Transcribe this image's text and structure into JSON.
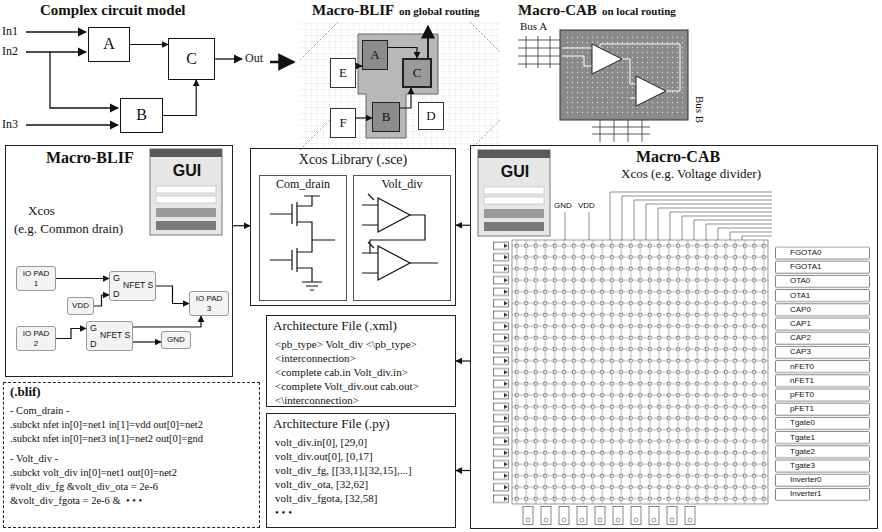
{
  "diagram": {
    "nodes": [
      {
        "text": [
          "A"
        ]
      },
      {
        "text": [
          "C"
        ]
      },
      {
        "text": [
          "B"
        ]
      },
      {
        "text": [
          "Macro-BLIF",
          "on global routing"
        ]
      },
      {
        "text": [
          "E"
        ],
        "in": 3
      },
      {
        "text": [
          "A"
        ],
        "in": 3
      },
      {
        "text": [
          "C"
        ],
        "in": 3
      },
      {
        "text": [
          "F"
        ],
        "in": 3
      },
      {
        "text": [
          "B"
        ],
        "in": 3
      },
      {
        "text": [
          "D"
        ],
        "in": 3
      },
      {
        "text": [
          "Macro-CAB",
          "on local routing"
        ]
      },
      {
        "text": [
          "Macro-BLIF",
          "Xcos",
          "(e.g. Common drain)"
        ]
      },
      {
        "text": [
          "GUI"
        ],
        "in": 11
      },
      {
        "text": [
          "IO PAD 1"
        ],
        "in": 11
      },
      {
        "text": [
          "VDD"
        ],
        "in": 11
      },
      {
        "text": [
          "G",
          "D",
          "NFET S"
        ],
        "in": 11
      },
      {
        "text": [
          "IO PAD 3"
        ],
        "in": 11
      },
      {
        "text": [
          "IO PAD 2"
        ],
        "in": 11
      },
      {
        "text": [
          "G",
          "D",
          "NFET S"
        ],
        "in": 11
      },
      {
        "text": [
          "GND"
        ],
        "in": 11
      },
      {
        "text": [
          "Xcos Library (.sce)"
        ]
      },
      {
        "text": [
          "Com_drain"
        ],
        "in": 20
      },
      {
        "text": [
          "Volt_div"
        ],
        "in": 20
      },
      {
        "text": [
          "Macro-CAB",
          "Xcos (e.g. Voltage divider)"
        ]
      },
      {
        "text": [
          "GUI"
        ],
        "in": 23
      },
      {
        "text": [
          "Architecture File (.xml)",
          "<pb_type> Volt_div <\\pb_type>",
          "<interconnection>",
          "<complete cab.in Volt_div.in>",
          "<complete Volt_div.out cab.out>",
          "<\\interconnection>"
        ]
      },
      {
        "text": [
          "Architecture File (.py)",
          "volt_div.in[0], [29,0]",
          "volt_div.out[0], [0,17]",
          "volt_div_fg, [[33,1],[32,15],...]",
          "volt_div_ota, [32,62]",
          "volt_div_fgota, [32,58]",
          "• • •"
        ]
      },
      {
        "text": [
          "(.blif)",
          "- Com_drain -",
          ".subckt nfet in[0]=net1 in[1]=vdd out[0]=net2",
          ".subckt nfet in[0]=net3 in[1]=net2 out[0]=gnd",
          "- Volt_div -",
          ".subckt volt_div in[0]=net1 out[0]=net2",
          "#volt_div_fg &volt_div_ota = 2e-6",
          "&volt_div_fgota = 2e-6 &",
          "• • •"
        ]
      }
    ],
    "edges": [
      {
        "from": 0,
        "to": 1,
        "arrow": "to"
      },
      {
        "from": 2,
        "to": 1,
        "arrow": "to"
      },
      {
        "from": 4,
        "to": 5,
        "arrow": "to"
      },
      {
        "from": 7,
        "to": 8,
        "arrow": "to"
      },
      {
        "from": 5,
        "to": 6,
        "arrow": "to"
      },
      {
        "from": 8,
        "to": 6,
        "arrow": "to"
      },
      {
        "from": 13,
        "to": 15,
        "arrow": "to"
      },
      {
        "from": 14,
        "to": 15,
        "arrow": "to"
      },
      {
        "from": 15,
        "to": 16,
        "arrow": "to"
      },
      {
        "from": 17,
        "to": 18,
        "arrow": "to"
      },
      {
        "from": 18,
        "to": 19,
        "arrow": "to"
      },
      {
        "from": 18,
        "to": 16,
        "arrow": "to"
      },
      {
        "from": 11,
        "to": 20,
        "arrow": "to"
      },
      {
        "from": 23,
        "to": 20,
        "arrow": "to"
      },
      {
        "from": 23,
        "to": 25,
        "arrow": "to"
      },
      {
        "from": 23,
        "to": 26,
        "arrow": "to"
      }
    ],
    "labels": [
      "Complex circuit model",
      "In1",
      "In2",
      "In3",
      "Out",
      "Bus A",
      "Bus B",
      "GND",
      "VDD",
      "FGOTA0",
      "FGOTA1",
      "OTA0",
      "OTA1",
      "CAP0",
      "CAP1",
      "CAP2",
      "CAP3",
      "nFET0",
      "nFET1",
      "pFET0",
      "pFET1",
      "Tgate0",
      "Tgate1",
      "Tgate2",
      "Tgate3",
      "Inverter0",
      "Inverter1"
    ]
  }
}
